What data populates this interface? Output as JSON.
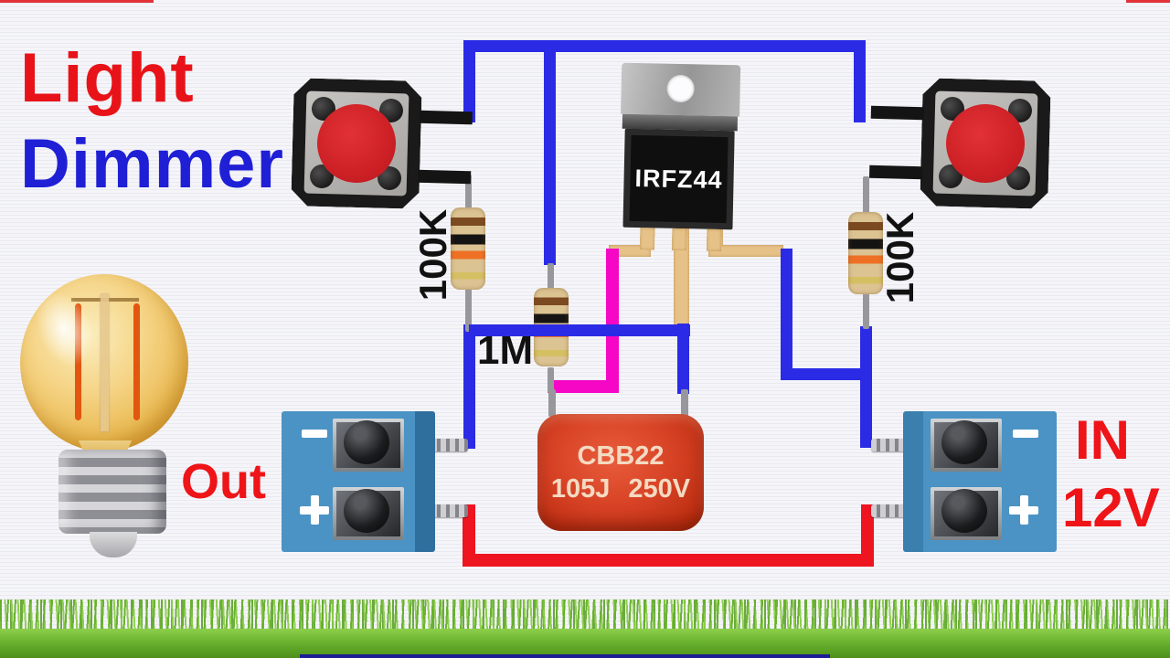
{
  "title": {
    "line1": "Light",
    "line2": "Dimmer"
  },
  "components": {
    "mosfet": {
      "label": "IRFZ44"
    },
    "capacitor": {
      "line1": "CBB22",
      "line2": "105J 250V"
    },
    "resistor_left": {
      "label": "100K",
      "band_colors": [
        "brown",
        "black",
        "orange",
        "gold"
      ]
    },
    "resistor_middle": {
      "label": "1M",
      "band_colors": [
        "brown",
        "black",
        "orange",
        "gold"
      ]
    },
    "resistor_right": {
      "label": "100K",
      "band_colors": [
        "brown",
        "black",
        "orange",
        "gold"
      ]
    },
    "terminal_out": {
      "label": "Out",
      "top_symbol": "-",
      "bottom_symbol": "+"
    },
    "terminal_in": {
      "label_line1": "IN",
      "label_line2": "12V",
      "top_symbol": "-",
      "bottom_symbol": "+"
    }
  },
  "colors": {
    "wire_blue": "#2b2be6",
    "wire_red": "#ee1420",
    "wire_magenta": "#f507c5",
    "title_red": "#e81319",
    "title_blue": "#1f1fd6",
    "label_red": "#ee1418",
    "terminal_blue": "#4b93c4",
    "capacitor_red": "#d84326",
    "button_red": "#cc2025",
    "resistor_body": "#dcc392",
    "grass_green": "#63ad2b"
  }
}
